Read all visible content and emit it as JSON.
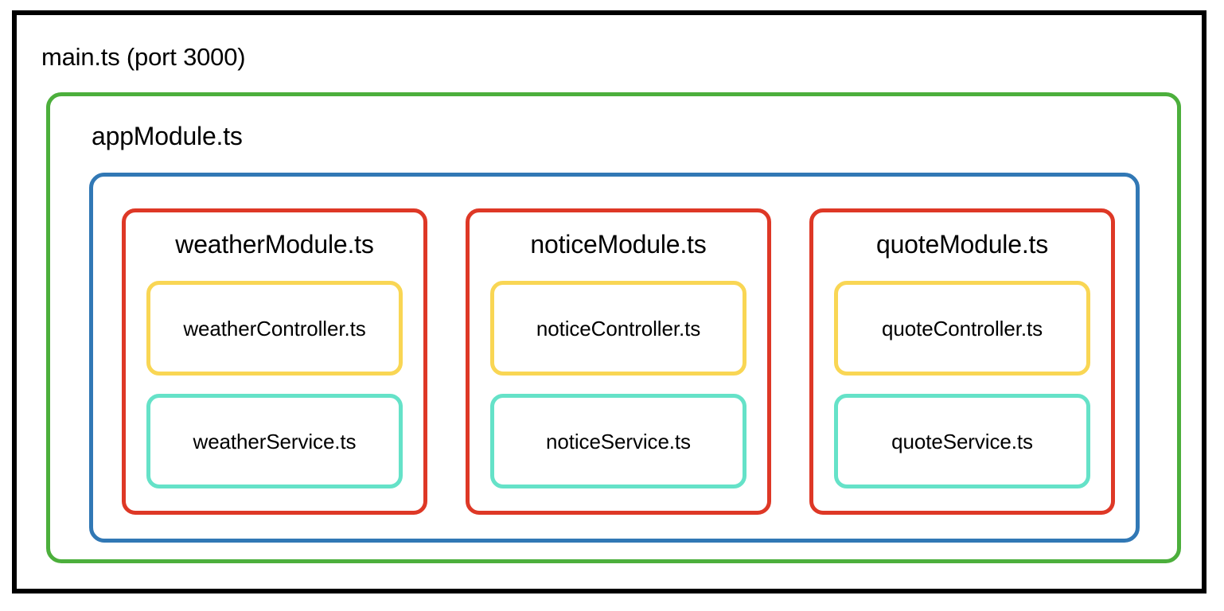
{
  "diagram": {
    "type": "nested-architecture-boxes",
    "root": {
      "label": "main.ts (port 3000)",
      "border_color": "#000000"
    },
    "app_module": {
      "label": "appModule.ts",
      "border_color": "#4CAF3C"
    },
    "modules_container": {
      "border_color": "#3178B5"
    },
    "module_border_color": "#DE3826",
    "controller_border_color": "#F9D654",
    "service_border_color": "#65E2C8",
    "modules": [
      {
        "title": "weatherModule.ts",
        "controller": "weatherController.ts",
        "service": "weatherService.ts"
      },
      {
        "title": "noticeModule.ts",
        "controller": "noticeController.ts",
        "service": "noticeService.ts"
      },
      {
        "title": "quoteModule.ts",
        "controller": "quoteController.ts",
        "service": "quoteService.ts"
      }
    ]
  }
}
